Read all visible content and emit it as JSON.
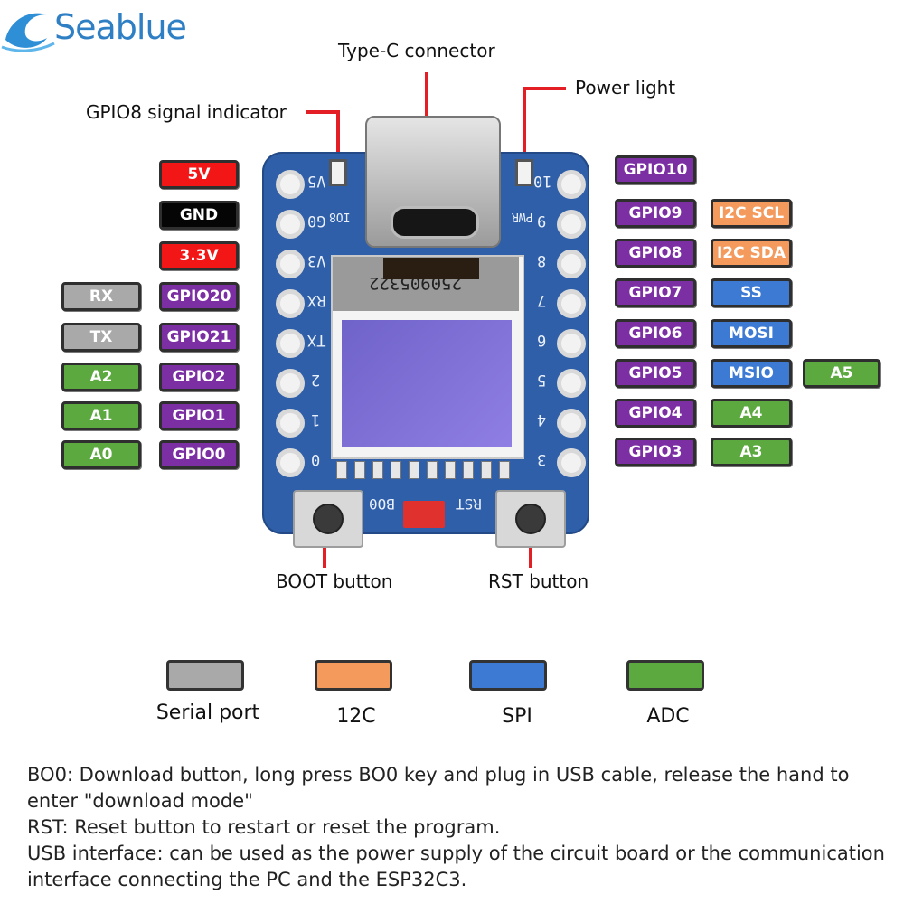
{
  "brand": {
    "name": "Seablue"
  },
  "callouts": {
    "type_c": "Type-C connector",
    "power_light": "Power light",
    "gpio8_indicator": "GPIO8 signal indicator",
    "boot_button": "BOOT button",
    "rst_button": "RST button"
  },
  "left_pins": {
    "power": [
      "5V",
      "GND",
      "3.3V"
    ],
    "serial": [
      "RX",
      "TX"
    ],
    "adc": [
      "A2",
      "A1",
      "A0"
    ],
    "gpio": [
      "GPIO20",
      "GPIO21",
      "GPIO2",
      "GPIO1",
      "GPIO0"
    ]
  },
  "right_pins": {
    "gpio": [
      "GPIO10",
      "GPIO9",
      "GPIO8",
      "GPIO7",
      "GPIO6",
      "GPIO5",
      "GPIO4",
      "GPIO3"
    ],
    "i2c": [
      "I2C SCL",
      "I2C SDA"
    ],
    "spi": [
      "SS",
      "MOSI",
      "MSIO"
    ],
    "adc": [
      "A5",
      "A4",
      "A3"
    ]
  },
  "silkscreen": {
    "left": [
      "V5",
      "G0",
      "V3",
      "RX",
      "TX",
      "2",
      "1",
      "0"
    ],
    "right": [
      "10",
      "9",
      "8",
      "7",
      "6",
      "5",
      "4",
      "3"
    ],
    "boot": "BO0",
    "rst": "RST",
    "led_left": "IO8",
    "led_right": "PWR",
    "oled_code": "250905322"
  },
  "legend": [
    {
      "label": "Serial port",
      "color": "#a9a9a9"
    },
    {
      "label": "12C",
      "color": "#f39a5c"
    },
    {
      "label": "SPI",
      "color": "#3d7ad3"
    },
    {
      "label": "ADC",
      "color": "#5ca940"
    }
  ],
  "notes": [
    "BO0: Download button, long press BO0 key and plug in USB cable, release the hand to enter \"download mode\"",
    "RST: Reset button to restart or reset the program.",
    "USB interface: can be used as the power supply of the circuit board or the communication interface connecting the PC and the ESP32C3."
  ],
  "colors": {
    "power": "#f21616",
    "gnd": "#050505",
    "gpio": "#7b2fa3",
    "serial": "#a9a9a9",
    "i2c": "#f39a5c",
    "spi": "#3d7ad3",
    "adc": "#5ca940",
    "board": "#2f5fa8",
    "callout_line": "#e31e24"
  }
}
